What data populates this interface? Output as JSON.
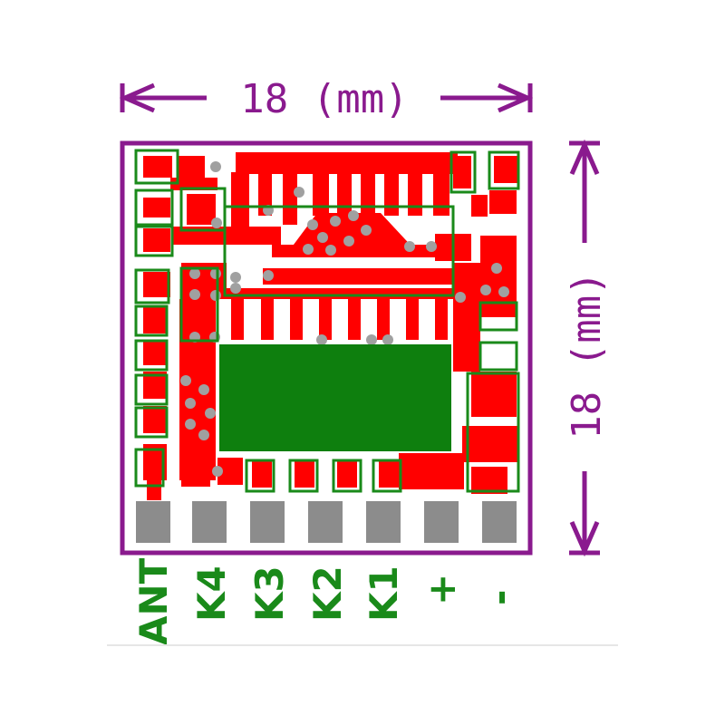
{
  "dimensions": {
    "width_label": "18 (mm)",
    "height_label": "18 (mm)"
  },
  "pins": [
    {
      "label": "ANT"
    },
    {
      "label": "K4"
    },
    {
      "label": "K3"
    },
    {
      "label": "K2"
    },
    {
      "label": "K1"
    },
    {
      "label": "+"
    },
    {
      "label": "-"
    }
  ],
  "colors": {
    "outline": "#8a1a8e",
    "copper": "#ff0000",
    "silkscreen": "#1a8a1a",
    "ic_body": "#0e7f0e",
    "pad": "#8c8c8c",
    "via": "#a0a0a0"
  }
}
